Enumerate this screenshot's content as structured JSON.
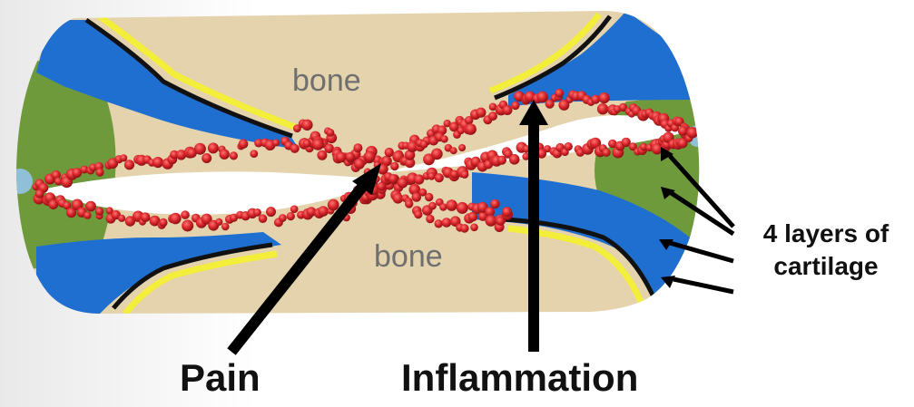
{
  "labels": {
    "bone_top": "bone",
    "bone_bottom": "bone",
    "cartilage_line1": "4 layers of",
    "cartilage_line2": "cartilage",
    "pain": "Pain",
    "inflammation": "Inflammation"
  },
  "colors": {
    "bone": "#e4d3ac",
    "cartilage_blue": "#1f6fd1",
    "cartilage_green": "#6f9a3c",
    "cartilage_yellow": "#f3ee3a",
    "cartilage_black": "#111111",
    "light_blue_edge": "#8fc0d8",
    "inflammation_red": "#d8262a",
    "arrow": "#000000"
  }
}
